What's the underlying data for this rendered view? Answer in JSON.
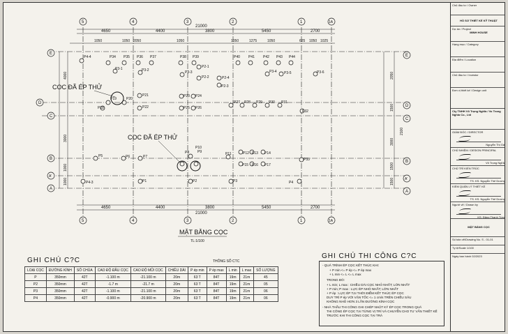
{
  "drawing": {
    "main_title": "MẶT BẰNG CỌC",
    "scale": "TL:1/100",
    "overall_dim": "21000",
    "top_dims": [
      "4650",
      "4400",
      "3800",
      "5450",
      "2700"
    ],
    "grid_columns": [
      "5",
      "4",
      "3",
      "2",
      "1",
      "1A"
    ],
    "grid_rows": [
      "E",
      "D",
      "C",
      "B",
      "A'",
      "A"
    ],
    "callout_1": "COC ĐÃ ÉP THỬ",
    "callout_2": "COC ĐÃ ÉP THỬ",
    "pile_labels": [
      "P4-4",
      "P34",
      "P35",
      "P36",
      "P37",
      "P38",
      "P39",
      "P40",
      "P41",
      "P42",
      "P43",
      "P44",
      "P3-1",
      "P3-2",
      "P3-3",
      "P3-4",
      "P2-1",
      "P2-2",
      "P2-3",
      "P2-4",
      "P18",
      "P19",
      "P20",
      "P21",
      "P22",
      "P23",
      "P24",
      "P25",
      "P26",
      "P27",
      "P28",
      "P29",
      "P30",
      "P31",
      "P32",
      "P5",
      "P6",
      "P7",
      "P8",
      "P9",
      "P10",
      "P11",
      "P12",
      "P13",
      "P14",
      "P15",
      "P16",
      "P17",
      "P33",
      "P1",
      "P2",
      "P3",
      "P4",
      "P4-3",
      "P3-5",
      "P3-6"
    ],
    "top_inner_dims": [
      "1050",
      "1050",
      "2050",
      "1050",
      "1050",
      "1275",
      "1050",
      "625",
      "1050",
      "1025"
    ],
    "right_dims": [
      "2050",
      "1500",
      "2100",
      "3000",
      "1500",
      "1500"
    ],
    "left_dims": [
      "4000",
      "3000",
      "1000",
      "1000"
    ]
  },
  "title_block": {
    "rows": [
      {
        "label": "Chủ đầu tư / Owner",
        "value": ""
      },
      {
        "label": "",
        "value": "HỒ SƠ THIẾT KẾ KỸ THUẬT"
      },
      {
        "label": "Dự án / Project",
        "value": "MINH HOUSE"
      },
      {
        "label": "Hạng mục / Category",
        "value": ""
      },
      {
        "label": "Địa điểm / Location",
        "value": ""
      },
      {
        "label": "Chủ đầu tư / Investor",
        "value": ""
      },
      {
        "label": "Đơn vị thiết kế / Design unit",
        "value": ""
      }
    ],
    "company": "Cty TNHH Võ Trọng Nghĩa / Vo Trong Nghia Co., Ltd",
    "director": "GIÁM ĐỐC / DIRECTOR",
    "director_name": "Nguyễn Thị Gái",
    "manager": "CHỦ NHIỆM / DESIGN PRINCIPAL",
    "manager_name": "Võ Trọng Nghĩa",
    "designer": "CHỦ TRÌ KIẾN TRÚC",
    "designer_name": "TS. KS. Nguyễn Thế Dương",
    "checker": "KIỂM QUẢN LÝ THIẾT KẾ",
    "checker_name": "TS. KS. Nguyễn Thế Dương",
    "drafter": "Người vẽ / Drawn by",
    "drafter_name": "KS. Đặng Thanh Tùng",
    "sheet_name": "MẶT BẰNG CỌC",
    "sheet_no": "Số bản vẽ/Drawing No.  S - 01-01",
    "code": "Tỷ lệ/Scale  1/100",
    "date": "Ngày ban hành  02/2023"
  },
  "pile_notes": {
    "title": "GHI CHÚ C?C",
    "headers": [
      "LOẠI CỌC",
      "ĐƯỜNG KÍNH",
      "SỐ CHỦA",
      "CAO ĐỘ ĐẦU CỌC",
      "CAO ĐỘ MŨI CỌC",
      "CHIỀU DÀI",
      "P ép min",
      "P ép max",
      "L min",
      "L max",
      "SỐ LƯỢNG"
    ],
    "group_header": "THÔNG SỐ CTC",
    "rows": [
      [
        "P",
        "350mm",
        "42T",
        "-1.100 m",
        "-21.100 m",
        "20m",
        "63 T",
        "84T",
        "19m",
        "21m",
        "45"
      ],
      [
        "P2",
        "350mm",
        "42T",
        "-1.7 m",
        "-21.7 m",
        "20m",
        "63 T",
        "84T",
        "19m",
        "21m",
        "05"
      ],
      [
        "P3",
        "350mm",
        "42T",
        "-1.100 m",
        "-21.100 m",
        "20m",
        "63 T",
        "84T",
        "19m",
        "21m",
        "06"
      ],
      [
        "P4",
        "350mm",
        "42T",
        "-0.900 m",
        "-20.900 m",
        "20m",
        "63 T",
        "84T",
        "19m",
        "21m",
        "06"
      ]
    ]
  },
  "construction_notes": {
    "title": "GHI CHÚ THI CÔNG C?C",
    "lines": [
      "- QUÁ TRÌNH ÉP CỌC KẾT THÚC KHI:",
      "+ P min <= P ép <= P ép max",
      "+ L min <= L <= L max",
      "TRONG ĐÓ:",
      "+ L min; L max : CHIỀU DÀI CỌC NHỎ NHẤT; LỚN NHẤT",
      "+ P min; P max : LỰC ÉP NHỎ NHẤT; LỚN NHẤT",
      "+ P ép : LỰC ÉP TẠI THỜI ĐIỂM KẾT THÚC ÉP CỌC",
      "DUY TRÌ P ép VỚI VẬN TỐC <= 1 cm/s TRÊN CHIỀU SÂU",
      "KHÔNG NHỎ HƠN 3 LẦN ĐƯỜNG KÍNH CỌC",
      "- NHÀ THẦU THI CÔNG GHI CHÉP NHẬT KÝ ÉP CỌC TRONG QUÁ",
      "THI CÔNG ÉP CỌC TẠI TỪNG VỊ TRÍ VÀ CHUYỂN CHO TƯ VẤN THIẾT KẾ",
      "TRƯỚC KHI THI CÔNG CỌC TẠI TRÀ"
    ]
  }
}
